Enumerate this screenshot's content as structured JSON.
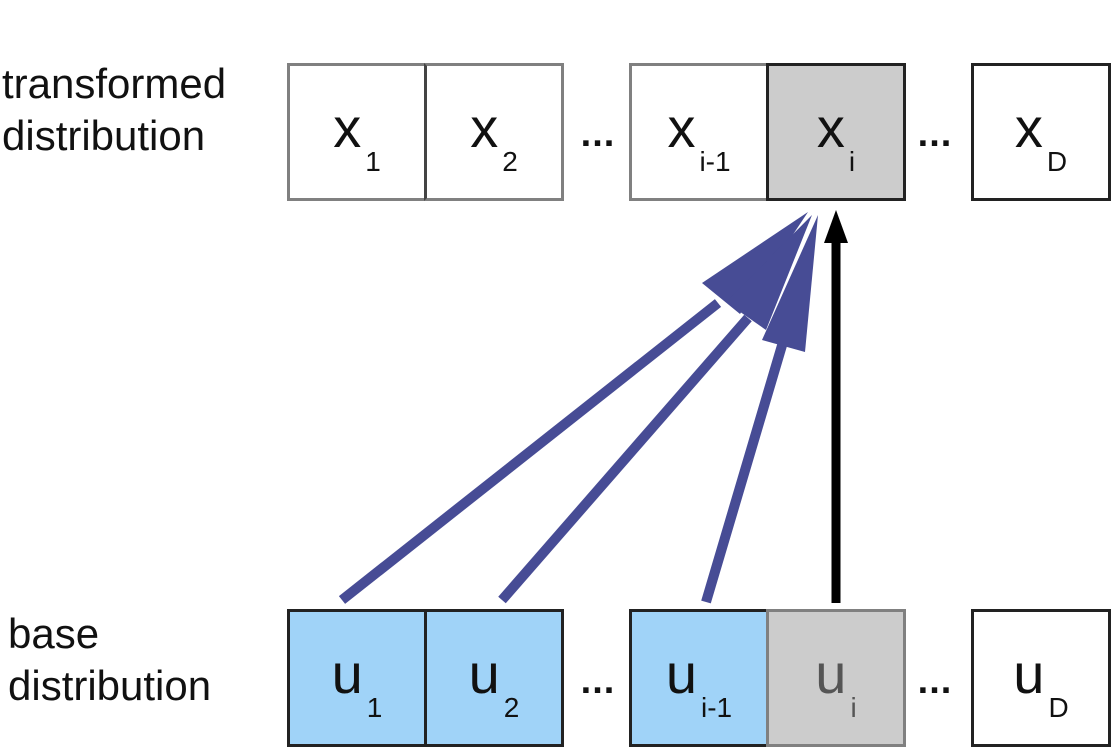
{
  "labels": {
    "top_line1": "transformed",
    "top_line2": "distribution",
    "bottom_line1": "base",
    "bottom_line2": "distribution"
  },
  "x_cells": [
    {
      "symbol": "x",
      "subscript": "1"
    },
    {
      "symbol": "x",
      "subscript": "2"
    },
    {
      "symbol": "x",
      "subscript": "i-1"
    },
    {
      "symbol": "x",
      "subscript": "i"
    },
    {
      "symbol": "x",
      "subscript": "D"
    }
  ],
  "u_cells": [
    {
      "symbol": "u",
      "subscript": "1"
    },
    {
      "symbol": "u",
      "subscript": "2"
    },
    {
      "symbol": "u",
      "subscript": "i-1"
    },
    {
      "symbol": "u",
      "subscript": "i"
    },
    {
      "symbol": "u",
      "subscript": "D"
    }
  ],
  "ellipsis": "...",
  "colors": {
    "blue_fill": "#a0d3f8",
    "gray_fill": "#cccccc",
    "arrow_blue": "#474c95",
    "arrow_black": "#000000"
  }
}
